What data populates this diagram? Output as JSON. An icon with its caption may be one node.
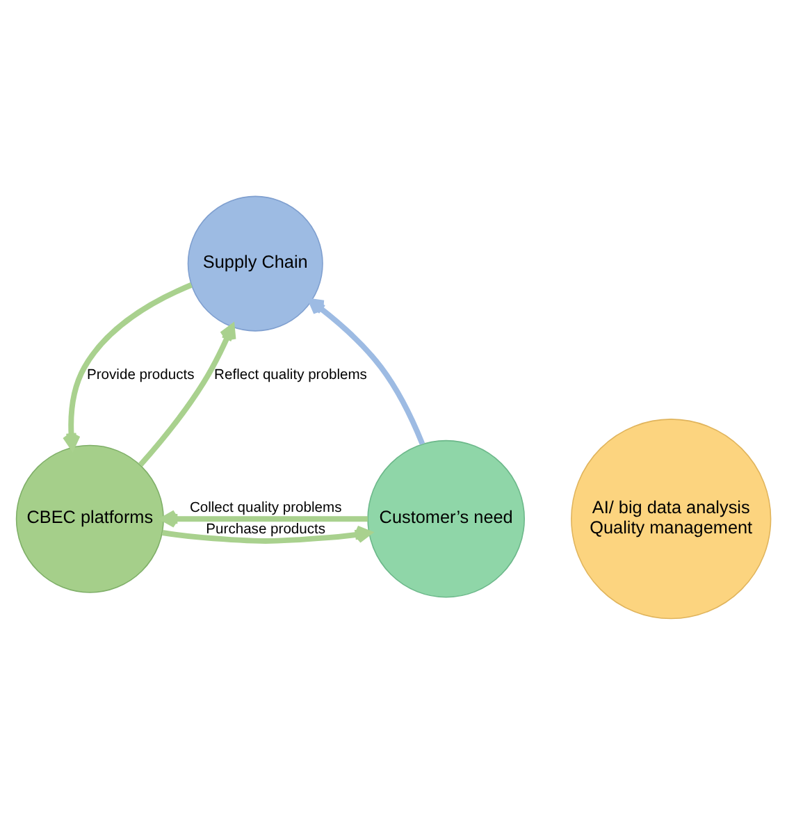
{
  "diagram": {
    "nodes": [
      {
        "text": [
          "Supply Chain"
        ]
      },
      {
        "text": [
          "AI/ big data analysis",
          "Quality management"
        ]
      },
      {
        "text": [
          "CBEC platforms"
        ]
      },
      {
        "text": [
          "Customer’s need"
        ]
      }
    ],
    "edges": [
      {
        "from": 0,
        "to": 2,
        "arrow": "to",
        "label": "Provide products"
      },
      {
        "from": 2,
        "to": 0,
        "arrow": "to",
        "label": "Reflect quality problems"
      },
      {
        "from": 2,
        "to": 3,
        "arrow": "to",
        "label": "Purchase products"
      },
      {
        "from": 3,
        "to": 2,
        "arrow": "to",
        "label": "Collect quality problems"
      },
      {
        "from": 3,
        "to": 0,
        "arrow": "to",
        "color": "#9dbbe3"
      }
    ]
  }
}
